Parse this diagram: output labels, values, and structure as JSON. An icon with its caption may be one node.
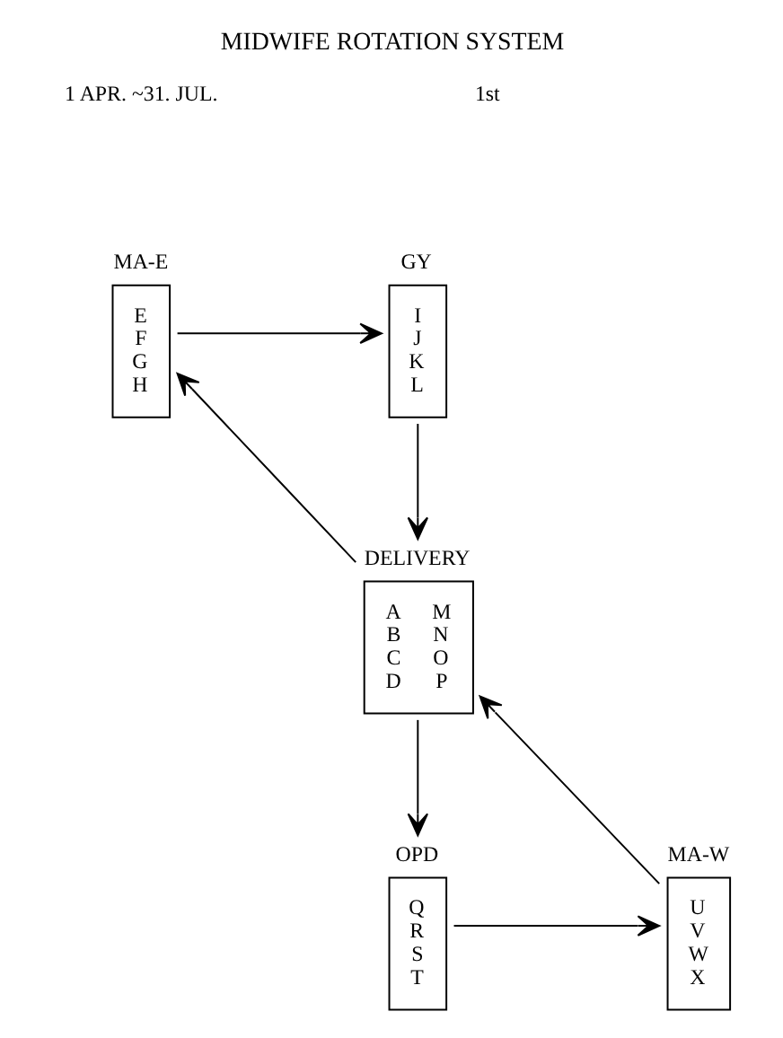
{
  "diagram": {
    "title": "MIDWIFE ROTATION SYSTEM",
    "nodes": [
      {
        "text": [
          "MA-E",
          "E F G H"
        ]
      },
      {
        "text": [
          "GY",
          "I J K L"
        ]
      },
      {
        "text": [
          "DELIVERY",
          "A B C D",
          "M N O P"
        ]
      },
      {
        "text": [
          "OPD",
          "Q R S T"
        ]
      },
      {
        "text": [
          "MA-W",
          "U V W X"
        ]
      }
    ],
    "edges": [
      {
        "from": 0,
        "to": 1,
        "arrow": "to"
      },
      {
        "from": 1,
        "to": 2,
        "arrow": "to"
      },
      {
        "from": 2,
        "to": 0,
        "arrow": "to"
      },
      {
        "from": 2,
        "to": 3,
        "arrow": "to"
      },
      {
        "from": 3,
        "to": 4,
        "arrow": "to"
      },
      {
        "from": 4,
        "to": 2,
        "arrow": "to"
      }
    ],
    "labels": [
      "1 APR. ~31. JUL.",
      "1st"
    ]
  }
}
